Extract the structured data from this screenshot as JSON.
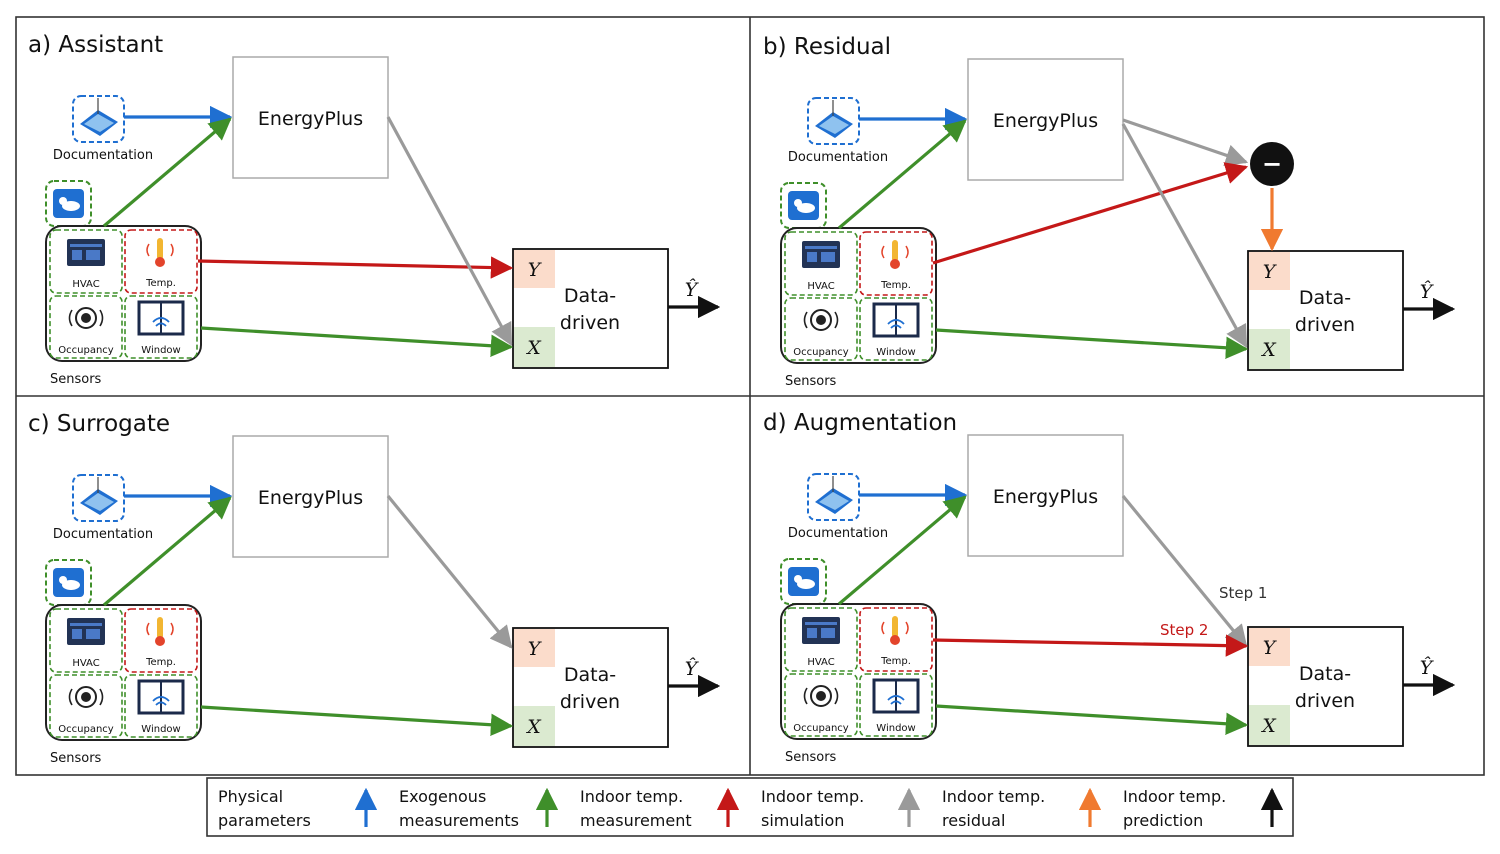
{
  "panels": [
    {
      "id": "a",
      "title": "a) Assistant"
    },
    {
      "id": "b",
      "title": "b) Residual"
    },
    {
      "id": "c",
      "title": "c) Surrogate"
    },
    {
      "id": "d",
      "title": "d) Augmentation"
    }
  ],
  "labels": {
    "energyplus": [
      "EnergyPlus",
      "EnergyPlus",
      "EnergyPlus",
      "EnergyPlus"
    ],
    "documentation": "Documentation",
    "sensors": "Sensors",
    "hvac": "HVAC",
    "temp": "Temp.",
    "occupancy": "Occupancy",
    "window": "Window",
    "data_driven_line1": "Data-",
    "data_driven_line2": "driven",
    "y_var": "Y",
    "x_var": "X",
    "y_hat": "Ŷ",
    "step1": "Step 1",
    "step2": "Step 2",
    "minus": "−"
  },
  "legend": [
    {
      "line1": "Physical",
      "line2": "parameters",
      "color": "#1f6fd1"
    },
    {
      "line1": "Exogenous",
      "line2": "measurements",
      "color": "#3f8f2a"
    },
    {
      "line1": "Indoor temp.",
      "line2": "measurement",
      "color": "#c41818"
    },
    {
      "line1": "Indoor temp.",
      "line2": "simulation",
      "color": "#9a9a9a"
    },
    {
      "line1": "Indoor temp.",
      "line2": "residual",
      "color": "#f07a30"
    },
    {
      "line1": "Indoor temp.",
      "line2": "prediction",
      "color": "#111111"
    }
  ],
  "colors": {
    "blue": "#1f6fd1",
    "green": "#3f8f2a",
    "red": "#c41818",
    "gray": "#9a9a9a",
    "orange": "#f07a30",
    "black": "#111111",
    "y_fill": "#fbdccb",
    "x_fill": "#dbead0",
    "step2": "#c41818",
    "step1": "#333333"
  },
  "icons": [
    "building-documentation-icon",
    "weather-icon",
    "hvac-icon",
    "thermometer-icon",
    "occupancy-sensor-icon",
    "window-icon"
  ]
}
